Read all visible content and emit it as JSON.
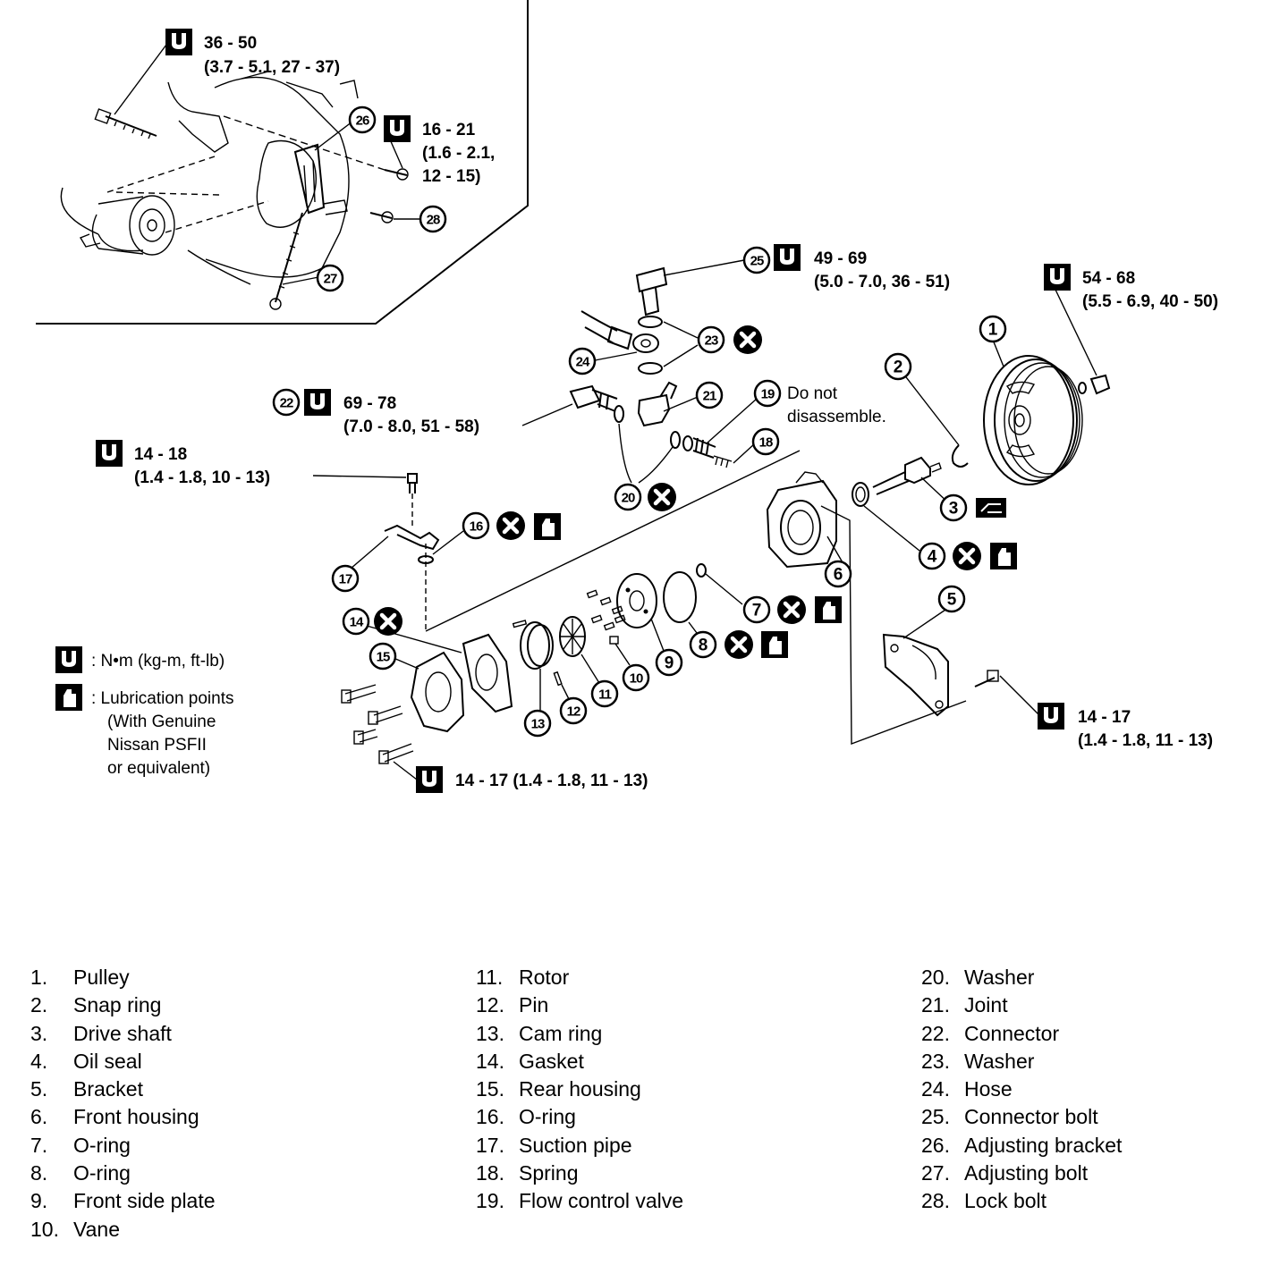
{
  "diagram": {
    "torque_specs": {
      "t36_50": [
        "36 - 50",
        "(3.7 - 5.1, 27 - 37)"
      ],
      "t16_21": [
        "16 - 21",
        "(1.6 - 2.1,",
        "12 - 15)"
      ],
      "t49_69": [
        "49 - 69",
        "(5.0 - 7.0, 36 - 51)"
      ],
      "t54_68": [
        "54 - 68",
        "(5.5 - 6.9, 40 - 50)"
      ],
      "t69_78": [
        "69 - 78",
        "(7.0 - 8.0, 51 - 58)"
      ],
      "t14_18": [
        "14 - 18",
        "(1.4 - 1.8, 10 - 13)"
      ],
      "t14_17_right": [
        "14 - 17",
        "(1.4 - 1.8, 11 - 13)"
      ],
      "t14_17_bottom": "14 - 17 (1.4 - 1.8, 11 - 13)"
    },
    "note": [
      "Do not",
      "disassemble."
    ],
    "legend": {
      "torque": ": N•m (kg-m, ft-lb)",
      "lube": [
        ": Lubrication points",
        "(With Genuine",
        "Nissan PSFII",
        "or equivalent)"
      ]
    },
    "callouts": [
      "1",
      "2",
      "3",
      "4",
      "5",
      "6",
      "7",
      "8",
      "9",
      "10",
      "11",
      "12",
      "13",
      "14",
      "15",
      "16",
      "17",
      "18",
      "19",
      "20",
      "21",
      "22",
      "23",
      "24",
      "25",
      "26",
      "27",
      "28"
    ]
  },
  "parts": {
    "col1": [
      {
        "num": "1.",
        "name": "Pulley"
      },
      {
        "num": "2.",
        "name": "Snap ring"
      },
      {
        "num": "3.",
        "name": "Drive shaft"
      },
      {
        "num": "4.",
        "name": "Oil seal"
      },
      {
        "num": "5.",
        "name": "Bracket"
      },
      {
        "num": "6.",
        "name": "Front housing"
      },
      {
        "num": "7.",
        "name": "O-ring"
      },
      {
        "num": "8.",
        "name": "O-ring"
      },
      {
        "num": "9.",
        "name": "Front side plate"
      },
      {
        "num": "10.",
        "name": "Vane"
      }
    ],
    "col2": [
      {
        "num": "11.",
        "name": "Rotor"
      },
      {
        "num": "12.",
        "name": "Pin"
      },
      {
        "num": "13.",
        "name": "Cam ring"
      },
      {
        "num": "14.",
        "name": "Gasket"
      },
      {
        "num": "15.",
        "name": "Rear housing"
      },
      {
        "num": "16.",
        "name": "O-ring"
      },
      {
        "num": "17.",
        "name": "Suction pipe"
      },
      {
        "num": "18.",
        "name": "Spring"
      },
      {
        "num": "19.",
        "name": "Flow control valve"
      }
    ],
    "col3": [
      {
        "num": "20.",
        "name": "Washer"
      },
      {
        "num": "21.",
        "name": "Joint"
      },
      {
        "num": "22.",
        "name": "Connector"
      },
      {
        "num": "23.",
        "name": "Washer"
      },
      {
        "num": "24.",
        "name": "Hose"
      },
      {
        "num": "25.",
        "name": "Connector bolt"
      },
      {
        "num": "26.",
        "name": "Adjusting bracket"
      },
      {
        "num": "27.",
        "name": "Adjusting bolt"
      },
      {
        "num": "28.",
        "name": "Lock bolt"
      }
    ]
  }
}
